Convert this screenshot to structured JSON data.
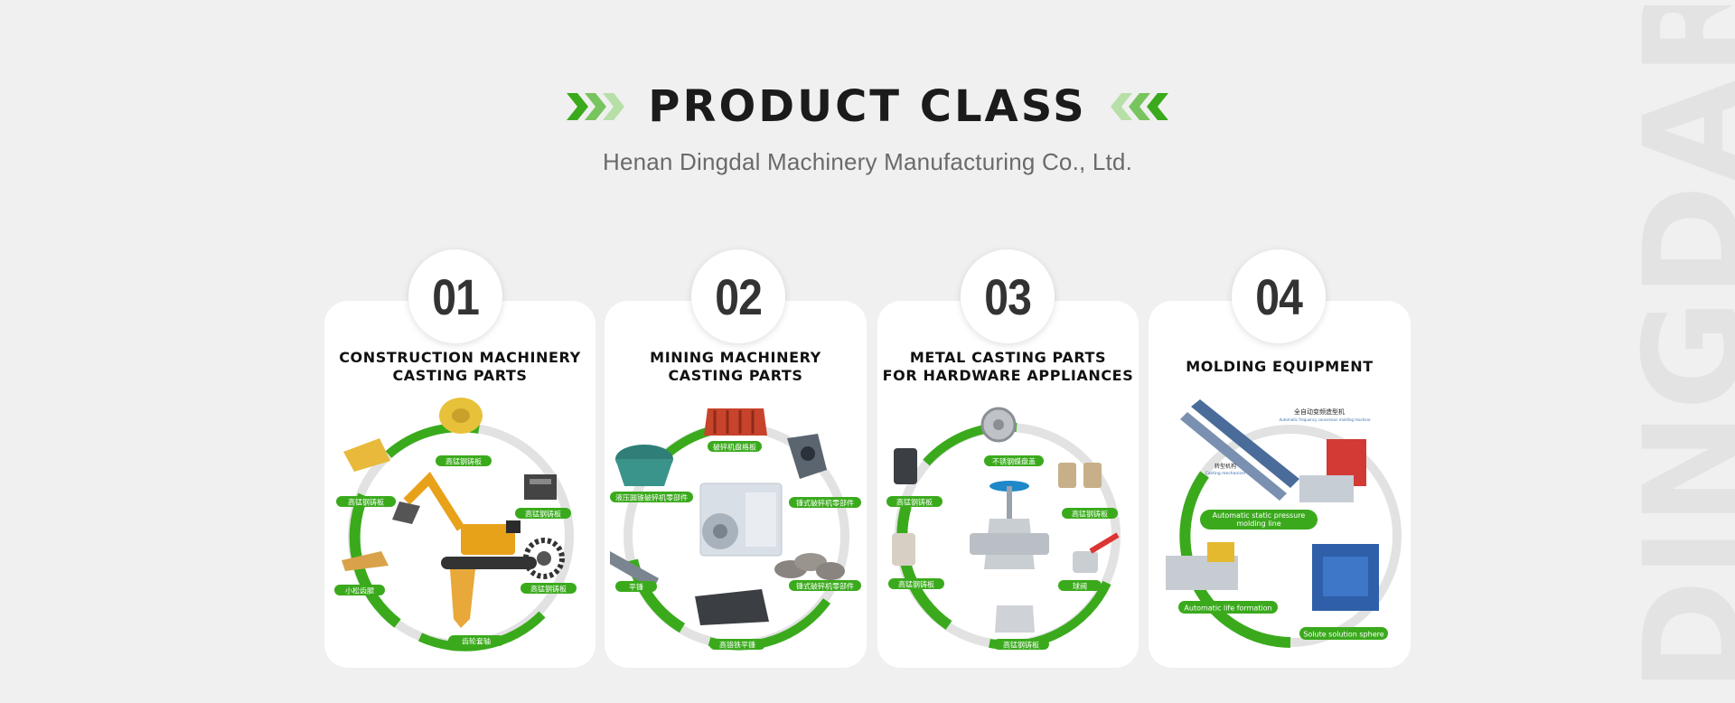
{
  "header": {
    "title": "PRODUCT CLASS",
    "subtitle": "Henan Dingdal Machinery Manufacturing Co., Ltd."
  },
  "watermark": "DINGDAR",
  "colors": {
    "accent": "#3aaa1c",
    "accent_light": "#9ed48a",
    "text": "#1b1b1b"
  },
  "cards": [
    {
      "number": "01",
      "title_lines": [
        "CONSTRUCTION MACHINERY",
        "CASTING PARTS"
      ],
      "labels": [
        "高锰钢铸板",
        "高锰钢铸板",
        "高锰钢铸板",
        "高锰钢铸板",
        "小松齿腿",
        "齿轮套轴"
      ]
    },
    {
      "number": "02",
      "title_lines": [
        "MINING MACHINERY",
        "CASTING PARTS"
      ],
      "labels": [
        "破碎机盘格板",
        "液压圆锥破碎机零部件",
        "锤式破碎机零部件",
        "平锤",
        "锤式破碎机零部件",
        "高铬铁平锤"
      ]
    },
    {
      "number": "03",
      "title_lines": [
        "METAL CASTING PARTS",
        "FOR HARDWARE APPLIANCES"
      ],
      "labels": [
        "不锈钢蝶盘盖",
        "高锰钢铸板",
        "高锰钢铸板",
        "高锰钢铸板",
        "球阀",
        "高锰钢铸板"
      ]
    },
    {
      "number": "04",
      "title_lines": [
        "MOLDING EQUIPMENT"
      ],
      "labels": [
        "全自动变频造型机",
        "Automatic frequency conversion molding machine",
        "转型机构",
        "Casting mechanism",
        "Automatic static pressure",
        "molding line",
        "Automatic life formation",
        "Solute solution sphere"
      ]
    }
  ]
}
